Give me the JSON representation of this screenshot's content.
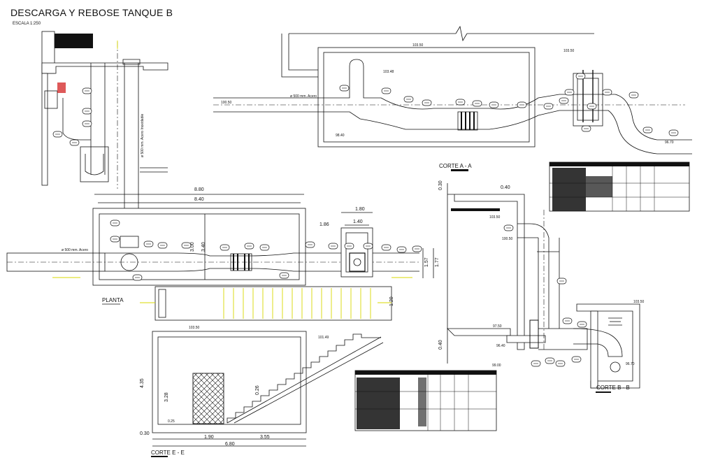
{
  "drawing": {
    "title": "DESCARGA Y REBOSE TANQUE B",
    "scale": "ESCALA    1:250"
  },
  "views": {
    "planta": "PLANTA",
    "corte_aa": "CORTE A - A",
    "corte_bb": "CORTE B - B",
    "corte_ee": "CORTE E - E"
  },
  "dimensions": {
    "planta_overall": "8.80",
    "planta_inner": "8.40",
    "chamber_outer": "1.80",
    "chamber_inner": "1.40",
    "left_offset": "1.86",
    "height_a": "3.00",
    "height_b": "3.40",
    "right_a": "1.57",
    "right_b": "1.77",
    "stair_width": "1.20",
    "ee_left": "1.90",
    "ee_right": "3.55",
    "ee_total": "6.80",
    "ee_height": "4.35",
    "ee_base": "0.30",
    "ee_door": "3.28",
    "ee_step": "0.26",
    "ee_side": "0.25",
    "aa_top": "0.40",
    "aa_left": "0.30",
    "aa_base": "0.40",
    "cota_top_section": "103.50",
    "cota_ee_top": "103.50",
    "cota_ee_side": "101.49"
  },
  "pipe_notes": {
    "planta_inlet": "ø 500 mm. Acero",
    "vertical_pipe": "ø 500 mm. Acero Inoxidable",
    "section_inlet": "ø 500 mm. Acero"
  },
  "elevations": {
    "top_left": "100.50",
    "top_mid": "103.48",
    "top_bottom": "98.40",
    "top_valve": "103.50",
    "top_out": "96.70",
    "aa_a": "103.50",
    "aa_b": "100.50",
    "aa_c": "97.50",
    "aa_d": "96.40",
    "aa_e": "99.00",
    "bb_top": "103.50",
    "bb_in": "96.70"
  }
}
